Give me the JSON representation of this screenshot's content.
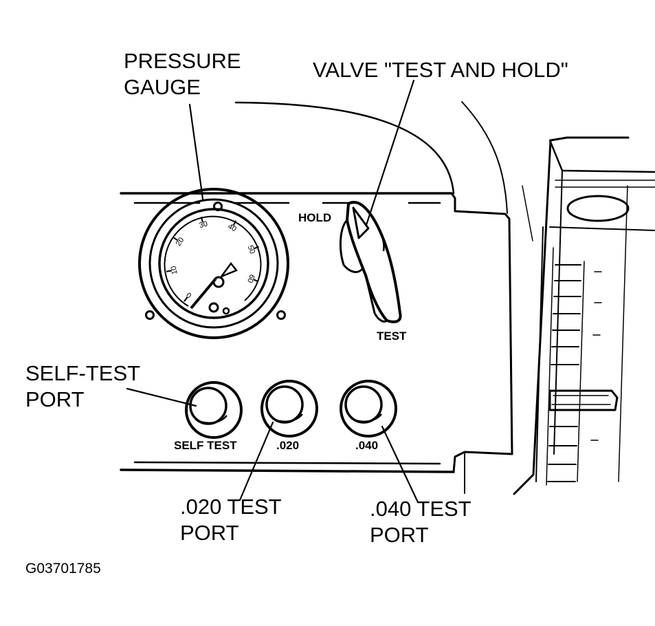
{
  "callouts": {
    "pressure_gauge": [
      "PRESSURE",
      "GAUGE"
    ],
    "valve": "VALVE \"TEST AND HOLD\"",
    "self_test_port": [
      "SELF-TEST",
      "PORT"
    ],
    "port_020": [
      ".020 TEST",
      "PORT"
    ],
    "port_040": [
      ".040 TEST",
      "PORT"
    ]
  },
  "panel_labels": {
    "hold": "HOLD",
    "test": "TEST",
    "self_test": "SELF TEST",
    "p020": ".020",
    "p040": ".040"
  },
  "gauge": {
    "ticks": [
      "0",
      "10",
      "20",
      "30",
      "40",
      "50",
      "60"
    ],
    "needle_value": 0
  },
  "figure_id": "G03701785"
}
